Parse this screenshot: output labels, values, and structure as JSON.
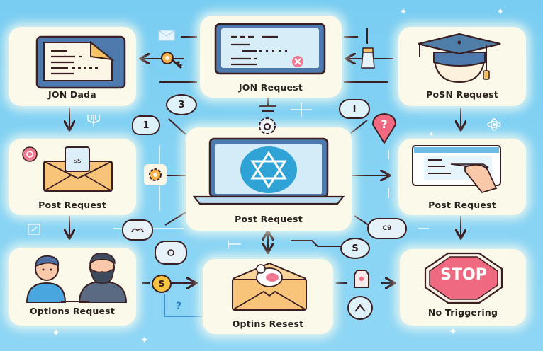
{
  "diagram": {
    "background_color": "#82d0f3",
    "card_color": "#fbf9ea",
    "stroke_color": "#3a1f22",
    "nodes": [
      {
        "id": "json-data",
        "label": "JON Dada",
        "icon": "document-icon"
      },
      {
        "id": "json-request",
        "label": "JON Request",
        "icon": "browser-window-icon"
      },
      {
        "id": "posn-request",
        "label": "PoSN  Request",
        "icon": "graduation-cap-icon"
      },
      {
        "id": "post-request-left",
        "label": "Post Request",
        "icon": "envelope-icon"
      },
      {
        "id": "post-request-center",
        "label": "Post Request",
        "icon": "laptop-star-icon"
      },
      {
        "id": "post-request-right",
        "label": "Post Request",
        "icon": "hand-writing-icon"
      },
      {
        "id": "options-request",
        "label": "Options Request",
        "icon": "people-icon"
      },
      {
        "id": "optins-resest",
        "label": "Optins Resest",
        "icon": "envelope-bird-icon"
      },
      {
        "id": "no-triggering",
        "label": "No Triggering",
        "icon": "stop-sign-icon"
      }
    ],
    "stop_sign_text": "STOP",
    "badges": {
      "three": "3",
      "one_cloud": "1",
      "i_cloud": "I",
      "question_pin": "?",
      "s_circle": "S",
      "coin": "S",
      "question_small": "?"
    }
  }
}
